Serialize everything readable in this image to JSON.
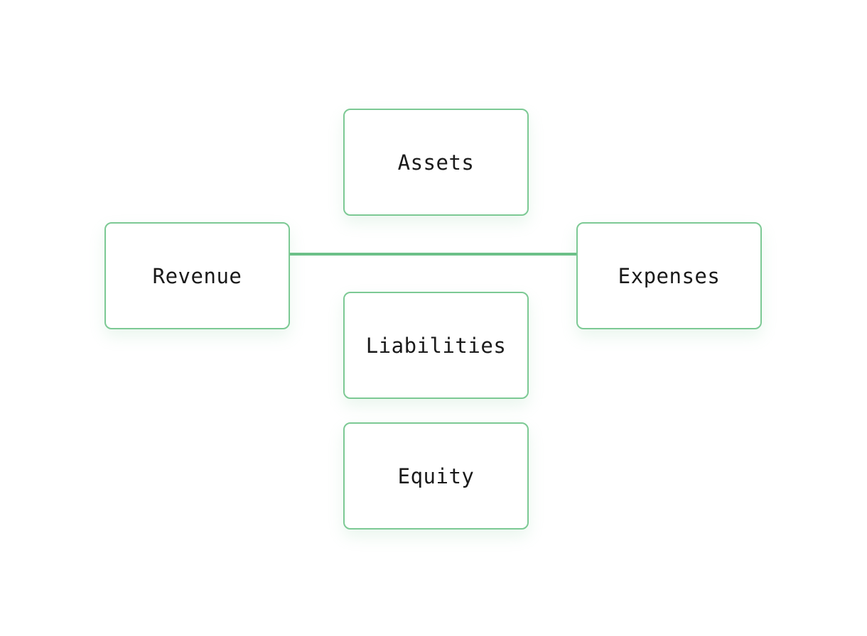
{
  "diagram": {
    "nodes": {
      "assets": {
        "label": "Assets"
      },
      "revenue": {
        "label": "Revenue"
      },
      "expenses": {
        "label": "Expenses"
      },
      "liabilities": {
        "label": "Liabilities"
      },
      "equity": {
        "label": "Equity"
      }
    },
    "edges": [
      {
        "from": "revenue",
        "to": "expenses"
      }
    ],
    "colors": {
      "border": "#7cc994",
      "connector": "#6cc088",
      "text": "#1a1a1a",
      "background": "#ffffff"
    }
  }
}
